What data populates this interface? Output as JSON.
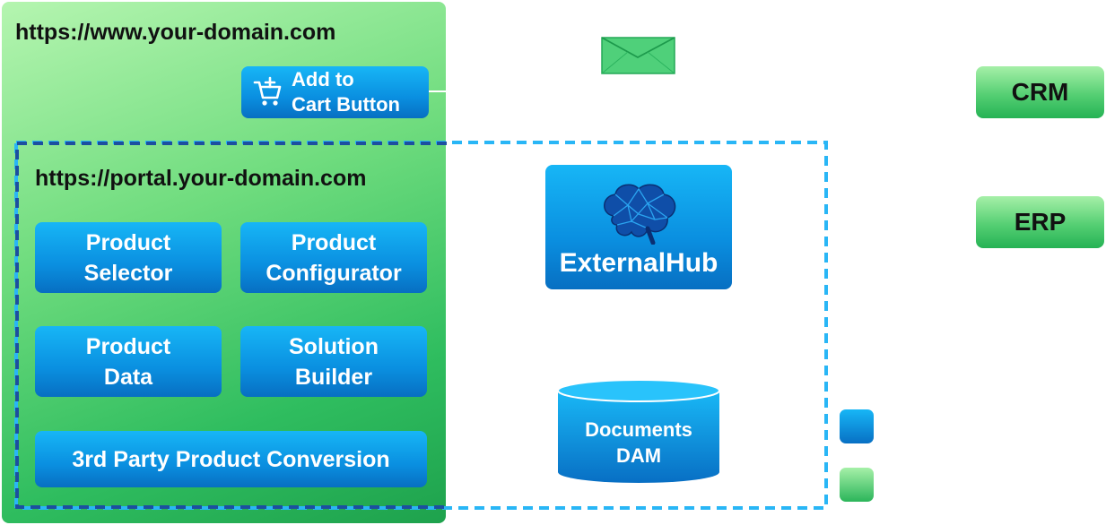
{
  "website": {
    "url": "https://www.your-domain.com",
    "add_to_cart_label": "Add to\nCart Button"
  },
  "portal": {
    "url": "https://portal.your-domain.com",
    "modules": [
      {
        "label": "Product\nSelector"
      },
      {
        "label": "Product\nConfigurator"
      },
      {
        "label": "Product\nData"
      },
      {
        "label": "Solution\nBuilder"
      }
    ],
    "conversion_label": "3rd Party Product Conversion"
  },
  "hub": {
    "label": "ExternalHub",
    "icon": "brain-icon"
  },
  "storage": {
    "label": "Documents\nDAM"
  },
  "systems": {
    "crm": "CRM",
    "erp": "ERP"
  },
  "icons": {
    "email": "envelope-icon",
    "cart": "cart-plus-icon"
  },
  "colors": {
    "blue": "#0a8fe0",
    "green": "#2fbd5f",
    "dashed_dark": "#1c4fa0",
    "dashed_light": "#29b6f6"
  }
}
